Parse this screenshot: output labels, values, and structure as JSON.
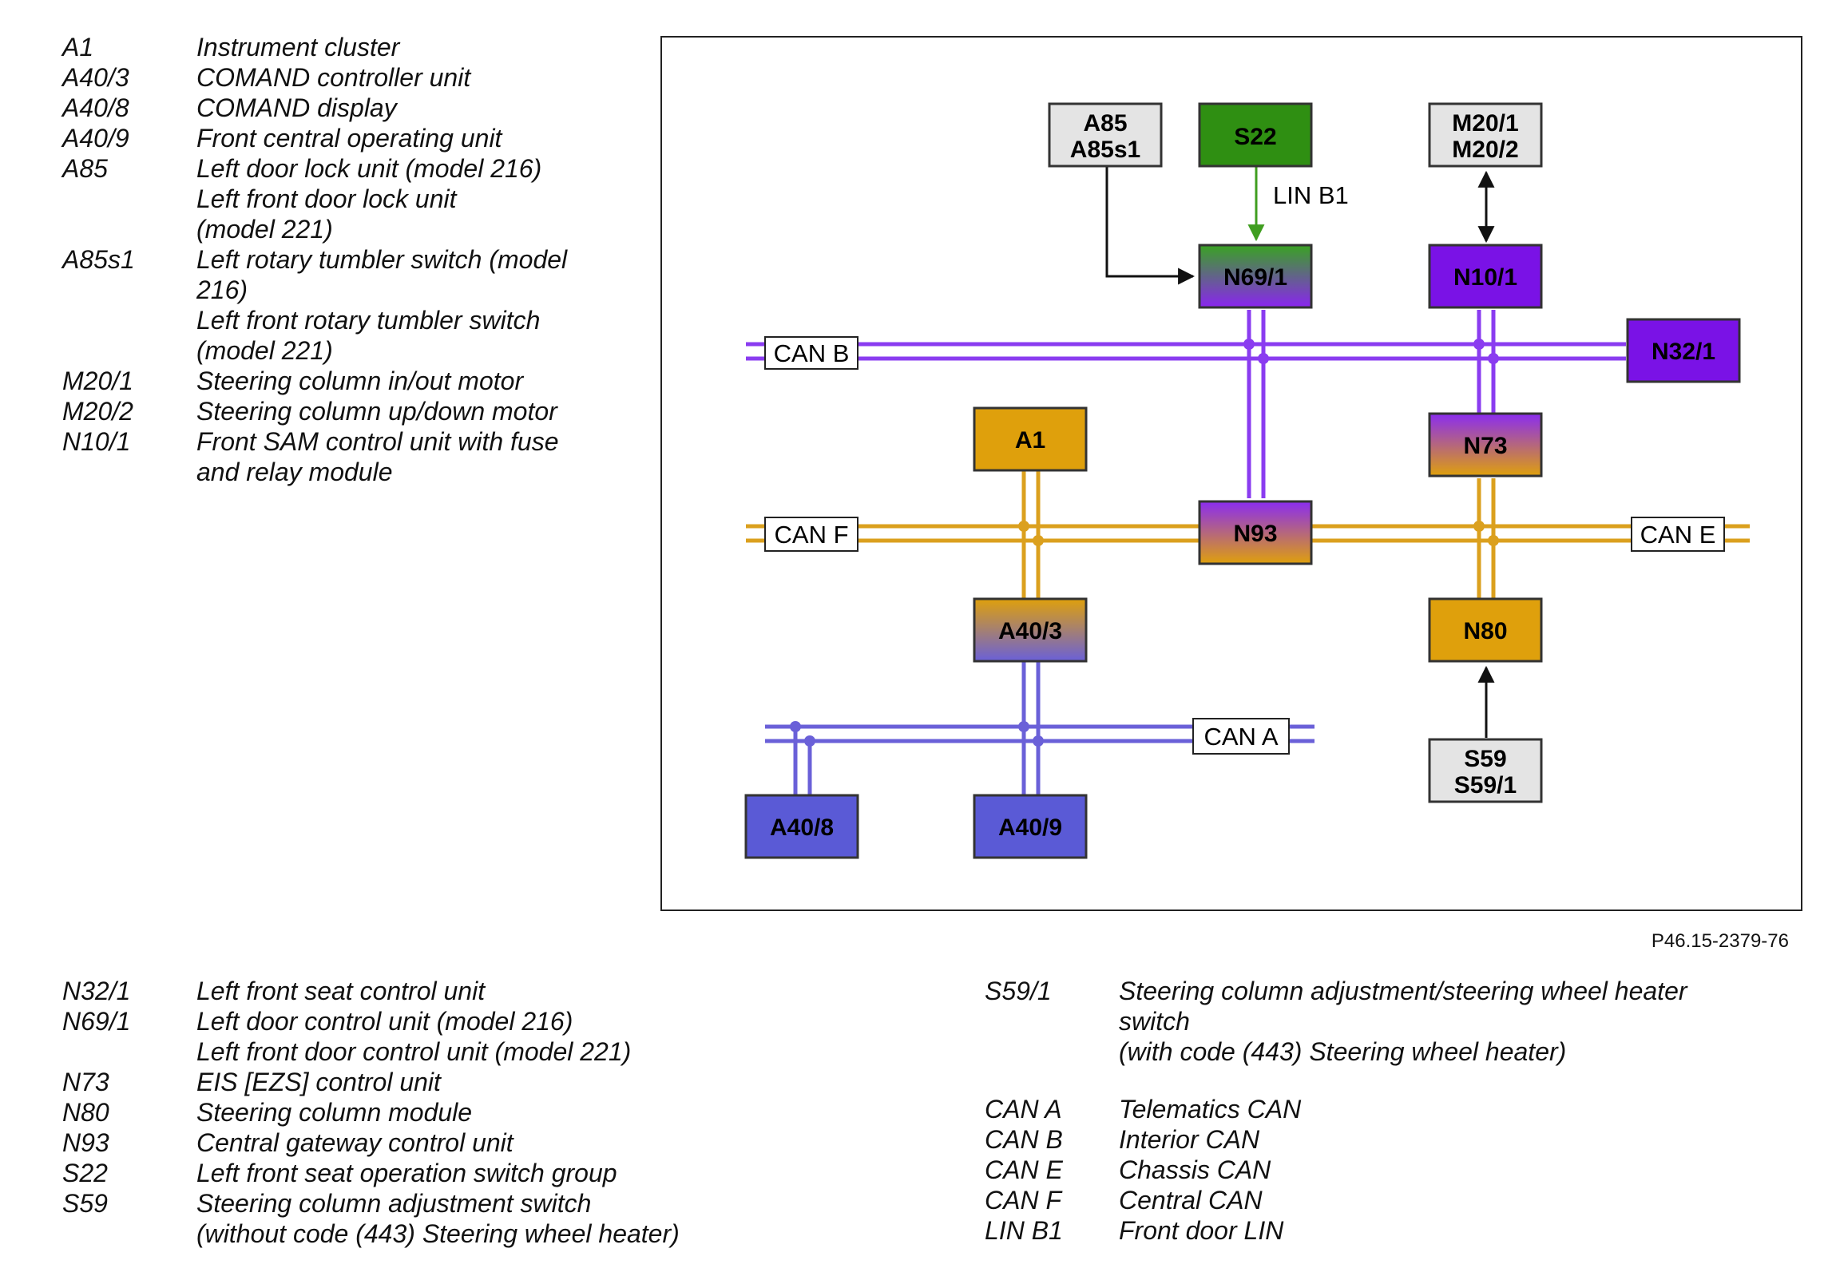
{
  "legend_top": [
    {
      "code": "A1",
      "lines": [
        "Instrument cluster"
      ]
    },
    {
      "code": "A40/3",
      "lines": [
        "COMAND controller unit"
      ]
    },
    {
      "code": "A40/8",
      "lines": [
        "COMAND display"
      ]
    },
    {
      "code": "A40/9",
      "lines": [
        "Front central operating unit"
      ]
    },
    {
      "code": "A85",
      "lines": [
        "Left door lock unit (model 216)",
        "Left front door lock unit",
        "(model 221)"
      ]
    },
    {
      "code": "A85s1",
      "lines": [
        "Left rotary tumbler switch (model",
        "216)",
        "Left front rotary tumbler switch",
        "(model 221)"
      ]
    },
    {
      "code": "M20/1",
      "lines": [
        "Steering column in/out motor"
      ]
    },
    {
      "code": "M20/2",
      "lines": [
        "Steering column up/down motor"
      ]
    },
    {
      "code": "N10/1",
      "lines": [
        "Front SAM control unit with fuse",
        "and relay module"
      ]
    }
  ],
  "legend_bottom_left": [
    {
      "code": "N32/1",
      "lines": [
        "Left front seat control unit"
      ]
    },
    {
      "code": "N69/1",
      "lines": [
        "Left door control unit (model 216)",
        "Left front door control unit (model 221)"
      ]
    },
    {
      "code": "N73",
      "lines": [
        "EIS [EZS] control unit"
      ]
    },
    {
      "code": "N80",
      "lines": [
        "Steering column module"
      ]
    },
    {
      "code": "N93",
      "lines": [
        "Central gateway control unit"
      ]
    },
    {
      "code": "S22",
      "lines": [
        "Left front seat operation switch group"
      ]
    },
    {
      "code": "S59",
      "lines": [
        "Steering column adjustment switch",
        "(without code (443) Steering wheel heater)"
      ]
    }
  ],
  "legend_bottom_right": [
    {
      "code": "S59/1",
      "lines": [
        "Steering column adjustment/steering wheel heater",
        "switch",
        "(with code (443) Steering wheel heater)"
      ]
    },
    {
      "code": "CAN A",
      "lines": [
        "Telematics CAN"
      ]
    },
    {
      "code": "CAN B",
      "lines": [
        "Interior CAN"
      ]
    },
    {
      "code": "CAN E",
      "lines": [
        "Chassis CAN"
      ]
    },
    {
      "code": "CAN F",
      "lines": [
        "Central CAN"
      ]
    },
    {
      "code": "LIN B1",
      "lines": [
        "Front door LIN"
      ]
    }
  ],
  "figure_ref": "P46.15-2379-76",
  "diagram": {
    "colors": {
      "can_b": "#8a3cf0",
      "can_f_e": "#dba01e",
      "can_a": "#6a60d8",
      "lin": "#3f9e1f",
      "gray": "#e4e4e4",
      "green": "#2f8f12",
      "violet": "#7a12e6",
      "amber": "#dfa00c",
      "blue": "#5a5ad6"
    },
    "buses": {
      "can_b": "CAN B",
      "can_f": "CAN F",
      "can_e": "CAN E",
      "can_a": "CAN A",
      "lin_b1": "LIN B1"
    },
    "blocks": {
      "a85": [
        "A85",
        "A85s1"
      ],
      "s22": [
        "S22"
      ],
      "m20": [
        "M20/1",
        "M20/2"
      ],
      "n69": [
        "N69/1"
      ],
      "n10": [
        "N10/1"
      ],
      "n32": [
        "N32/1"
      ],
      "a1": [
        "A1"
      ],
      "n73": [
        "N73"
      ],
      "n93": [
        "N93"
      ],
      "a403": [
        "A40/3"
      ],
      "n80": [
        "N80"
      ],
      "s59": [
        "S59",
        "S59/1"
      ],
      "a408": [
        "A40/8"
      ],
      "a409": [
        "A40/9"
      ]
    }
  }
}
